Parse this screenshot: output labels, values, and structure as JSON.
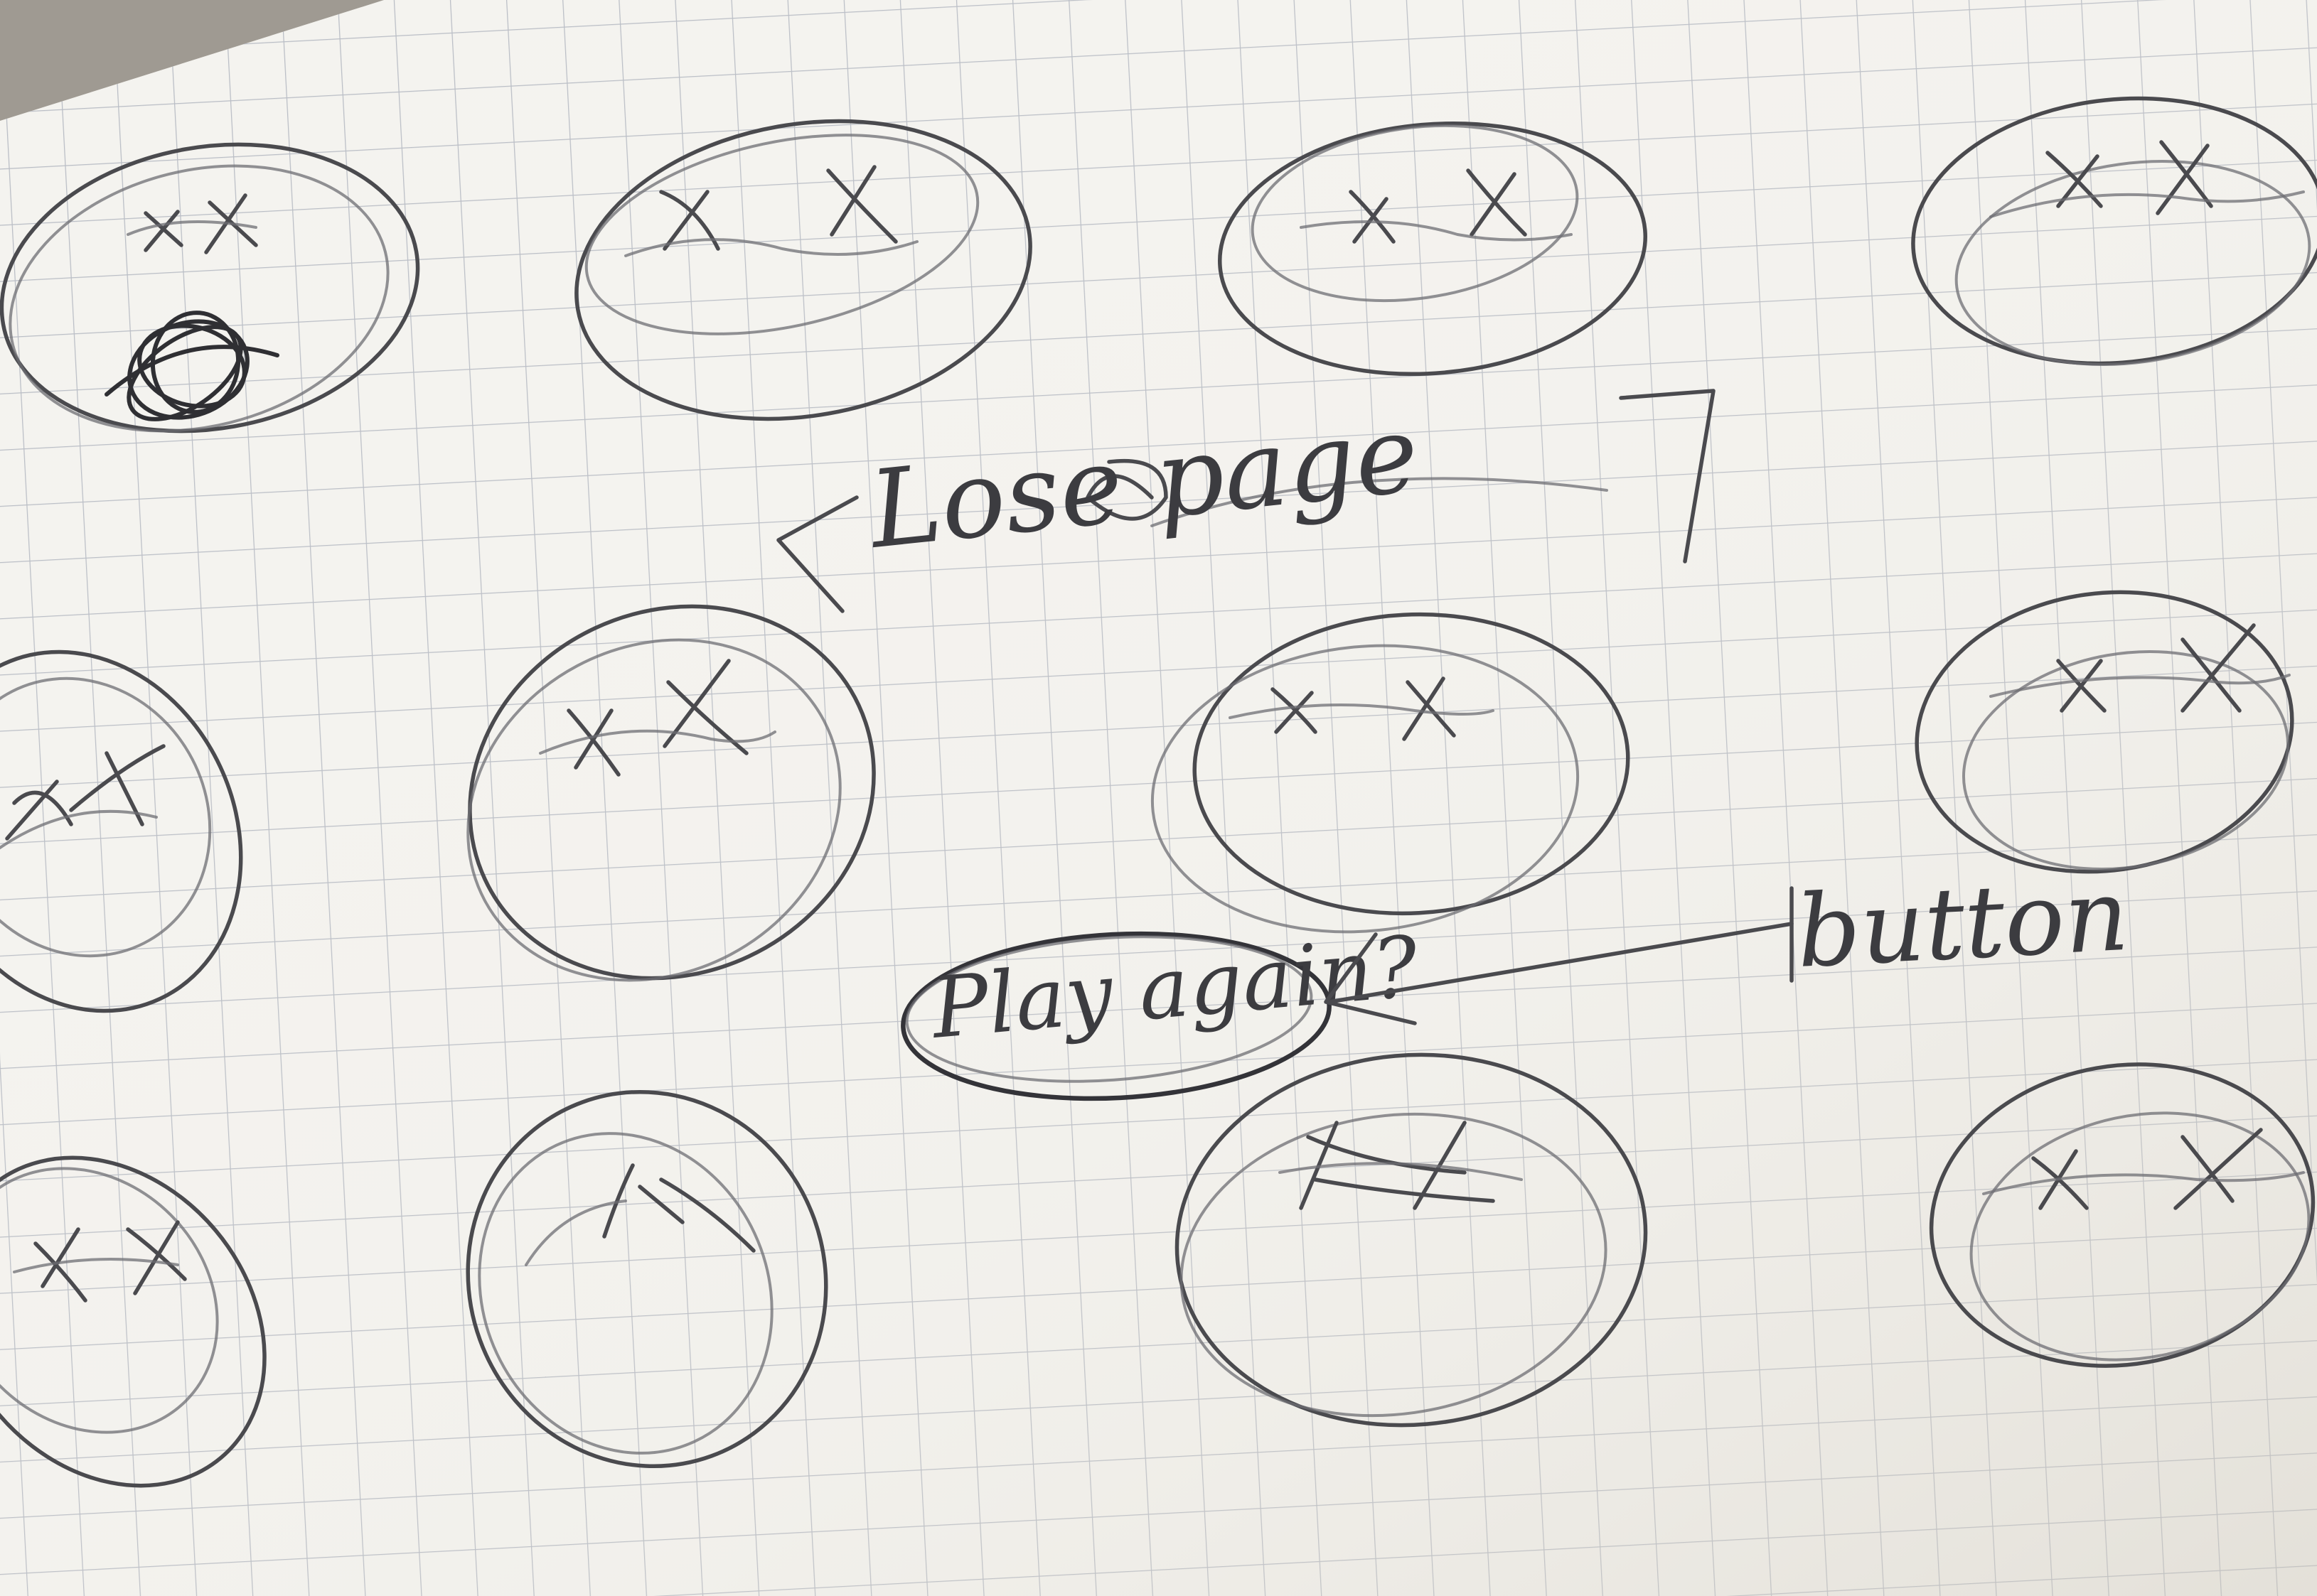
{
  "sketch": {
    "annotations": {
      "lose_page_label": "Lose page",
      "play_again_button_label": "Play again?",
      "button_annotation_label": "button"
    },
    "face_mark": "XX",
    "colors": {
      "paper": "#f4f3ef",
      "grid": "#b8bcc4",
      "pencil": "#4a4a4e",
      "shadow": "#b9b4ac"
    }
  }
}
